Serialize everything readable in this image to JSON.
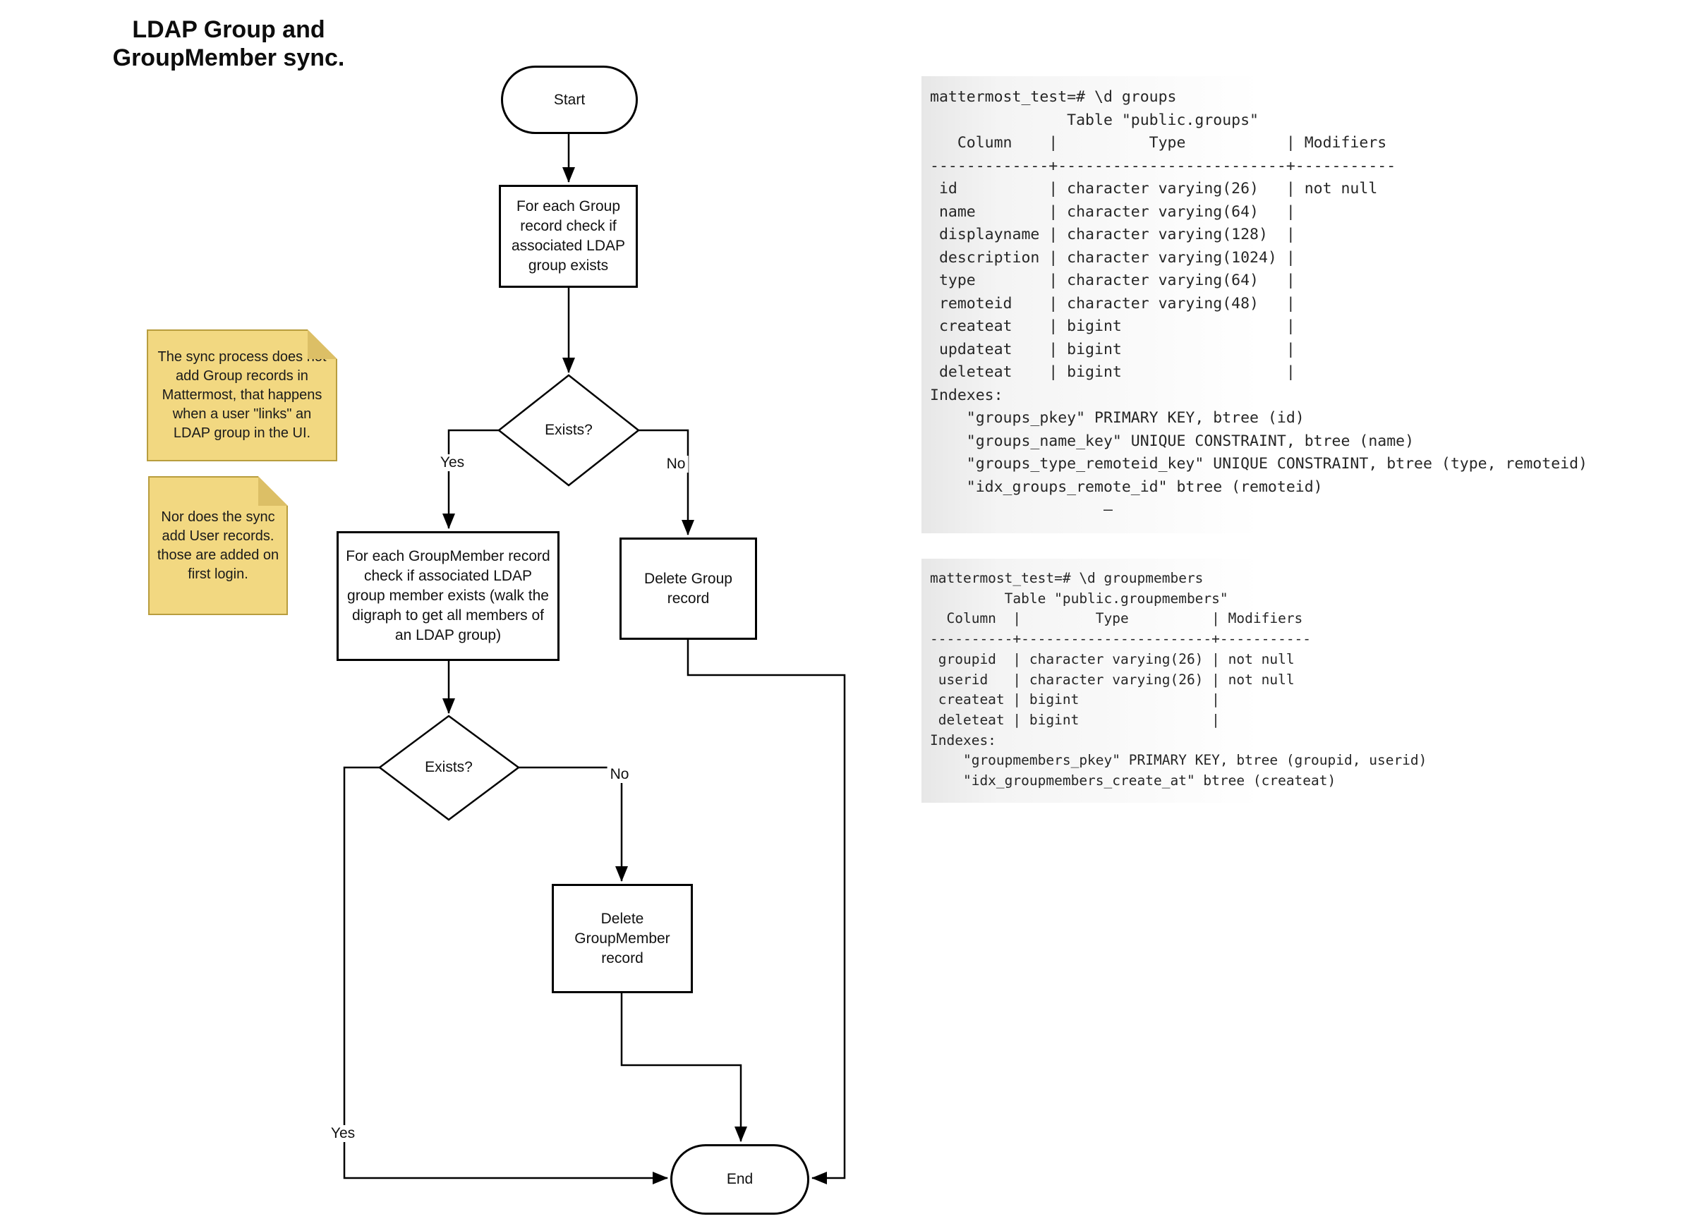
{
  "title": {
    "text": "LDAP Group and\nGroupMember sync."
  },
  "flowchart": {
    "nodes": {
      "start": {
        "label": "Start"
      },
      "check_group": {
        "label": "For each Group record check if associated LDAP group exists"
      },
      "exists_group": {
        "label": "Exists?"
      },
      "check_groupmember": {
        "label": "For each GroupMember record check if associated LDAP group member exists (walk the digraph to get all members of an LDAP group)"
      },
      "delete_group": {
        "label": "Delete Group record"
      },
      "exists_groupmember": {
        "label": "Exists?"
      },
      "delete_groupmember": {
        "label": "Delete GroupMember record"
      },
      "end": {
        "label": "End"
      }
    },
    "branch_labels": {
      "exists_group_yes": "Yes",
      "exists_group_no": "No",
      "exists_groupmember_no": "No",
      "exists_groupmember_yes": "Yes"
    }
  },
  "notes": [
    {
      "text": "The sync process does not add Group records in Mattermost, that happens when a user \"links\" an LDAP group in the UI."
    },
    {
      "text": "Nor does the sync add User records. those are added on first login."
    }
  ],
  "terminals": [
    {
      "content": "mattermost_test=# \\d groups\n               Table \"public.groups\"\n   Column    |          Type           | Modifiers\n-------------+-------------------------+-----------\n id          | character varying(26)   | not null\n name        | character varying(64)   |\n displayname | character varying(128)  |\n description | character varying(1024) |\n type        | character varying(64)   |\n remoteid    | character varying(48)   |\n createat    | bigint                  |\n updateat    | bigint                  |\n deleteat    | bigint                  |\nIndexes:\n    \"groups_pkey\" PRIMARY KEY, btree (id)\n    \"groups_name_key\" UNIQUE CONSTRAINT, btree (name)\n    \"groups_type_remoteid_key\" UNIQUE CONSTRAINT, btree (type, remoteid)\n    \"idx_groups_remote_id\" btree (remoteid)\n                   –"
    },
    {
      "content": "mattermost_test=# \\d groupmembers\n         Table \"public.groupmembers\"\n  Column  |         Type          | Modifiers\n----------+-----------------------+-----------\n groupid  | character varying(26) | not null\n userid   | character varying(26) | not null\n createat | bigint                |\n deleteat | bigint                |\nIndexes:\n    \"groupmembers_pkey\" PRIMARY KEY, btree (groupid, userid)\n    \"idx_groupmembers_create_at\" btree (createat)"
    }
  ],
  "colors": {
    "line": "#000000",
    "note_fill": "#f2d881",
    "note_fold": "#dcbf66",
    "note_border": "#b89d3e",
    "terminal_text": "#262626"
  }
}
